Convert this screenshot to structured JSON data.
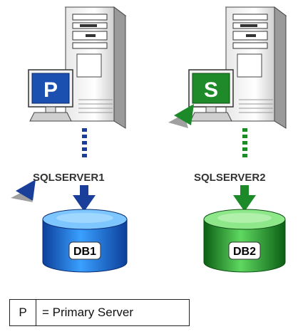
{
  "servers": [
    {
      "name": "SQLSERVER1",
      "monitor_letter": "P",
      "database": "DB1",
      "color": "#1565c8",
      "dark": "#0a3a8a",
      "light": "#5fb4ff"
    },
    {
      "name": "SQLSERVER2",
      "monitor_letter": "S",
      "database": "DB2",
      "color": "#1c9a2a",
      "dark": "#0c5e16",
      "light": "#7ee07a"
    }
  ],
  "legend": {
    "key": "P",
    "description": "= Primary Server"
  }
}
